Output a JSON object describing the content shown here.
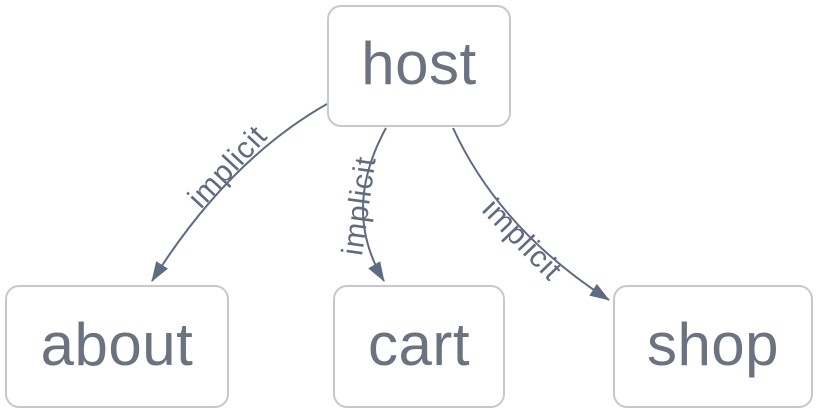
{
  "diagram": {
    "type": "dependency-graph",
    "background": "#ffffff",
    "colors": {
      "node_fill": "#ffffff",
      "node_border": "#c6c8cb",
      "node_text": "#6b7280",
      "edge_stroke": "#5f6b80",
      "edge_label_text": "#5f6b80"
    },
    "nodes": [
      {
        "id": "host",
        "label": "host"
      },
      {
        "id": "about",
        "label": "about"
      },
      {
        "id": "cart",
        "label": "cart"
      },
      {
        "id": "shop",
        "label": "shop"
      }
    ],
    "edges": [
      {
        "from": "host",
        "to": "about",
        "label": "implicit"
      },
      {
        "from": "host",
        "to": "cart",
        "label": "implicit"
      },
      {
        "from": "host",
        "to": "shop",
        "label": "implicit"
      }
    ]
  }
}
